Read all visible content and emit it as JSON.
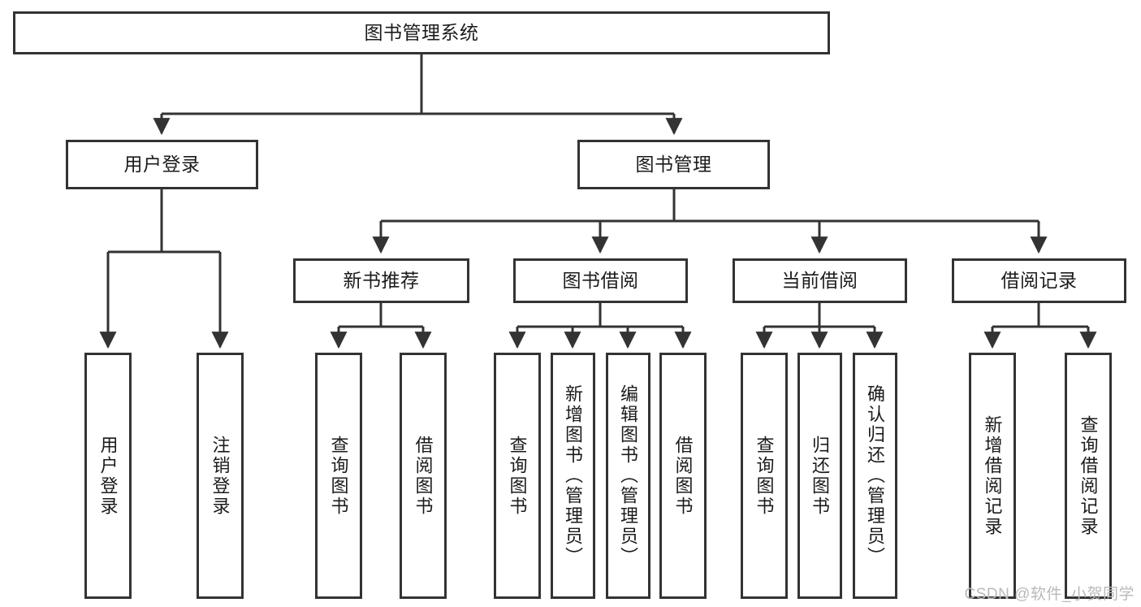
{
  "diagram": {
    "title": "图书管理系统",
    "root": {
      "label": "图书管理系统"
    },
    "level2": [
      {
        "label": "用户登录"
      },
      {
        "label": "图书管理"
      }
    ],
    "level3": [
      {
        "label": "新书推荐"
      },
      {
        "label": "图书借阅"
      },
      {
        "label": "当前借阅"
      },
      {
        "label": "借阅记录"
      }
    ],
    "leaves": [
      {
        "label": "用户登录",
        "parent": "用户登录"
      },
      {
        "label": "注销登录",
        "parent": "用户登录"
      },
      {
        "label": "查询图书",
        "parent": "新书推荐"
      },
      {
        "label": "借阅图书",
        "parent": "新书推荐"
      },
      {
        "label": "查询图书",
        "parent": "图书借阅"
      },
      {
        "label": "新增图书（管理员）",
        "parent": "图书借阅"
      },
      {
        "label": "编辑图书（管理员）",
        "parent": "图书借阅"
      },
      {
        "label": "借阅图书",
        "parent": "图书借阅"
      },
      {
        "label": "查询图书",
        "parent": "当前借阅"
      },
      {
        "label": "归还图书",
        "parent": "当前借阅"
      },
      {
        "label": "确认归还（管理员）",
        "parent": "当前借阅"
      },
      {
        "label": "新增借阅记录",
        "parent": "借阅记录"
      },
      {
        "label": "查询借阅记录",
        "parent": "借阅记录"
      }
    ]
  },
  "watermark": {
    "text": "CSDN @软件_小贺同学"
  },
  "colors": {
    "stroke": "#333333",
    "box_fill": "#ffffff",
    "text": "#1b1b1b",
    "watermark": "#b9b9b9"
  }
}
